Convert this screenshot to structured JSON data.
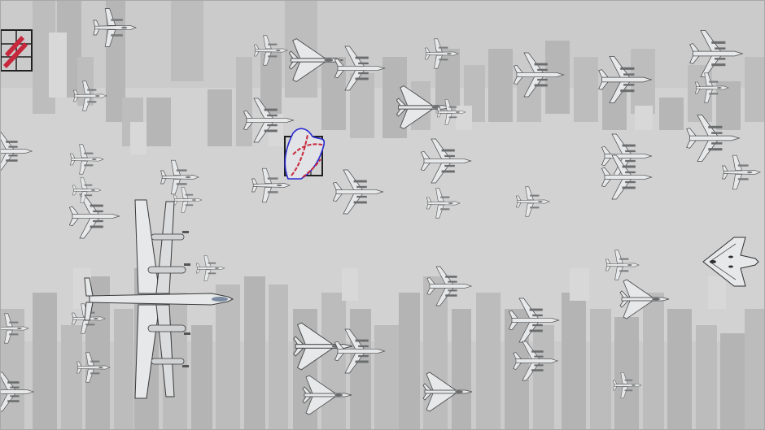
{
  "scene": {
    "type": "top-down shooter screenshot",
    "colors": {
      "background": "#cbcbcb",
      "skyline_light": "#d6d6d6",
      "skyline_dark": "#b4b4b4",
      "aircraft_fill": "#e6e8ea",
      "aircraft_stroke": "#4a4a4a",
      "aircraft_dark": "#7a7c7e",
      "player_outline": "#2a2ad0",
      "player_accent": "#c8283c",
      "crate_frame": "#202020",
      "crate_red": "#c8283c"
    }
  },
  "sprites": {
    "fighter": "straight-wing-fighter-sprite",
    "delta": "delta-wing-jet-sprite",
    "sweptjet": "swept-wing-jet-sprite",
    "flyingwing": "flying-wing-sprite",
    "bomber": "twin-boom-bomber-sprite",
    "crate": "ammo-crate-pickup",
    "player": "player-craft-outline"
  }
}
